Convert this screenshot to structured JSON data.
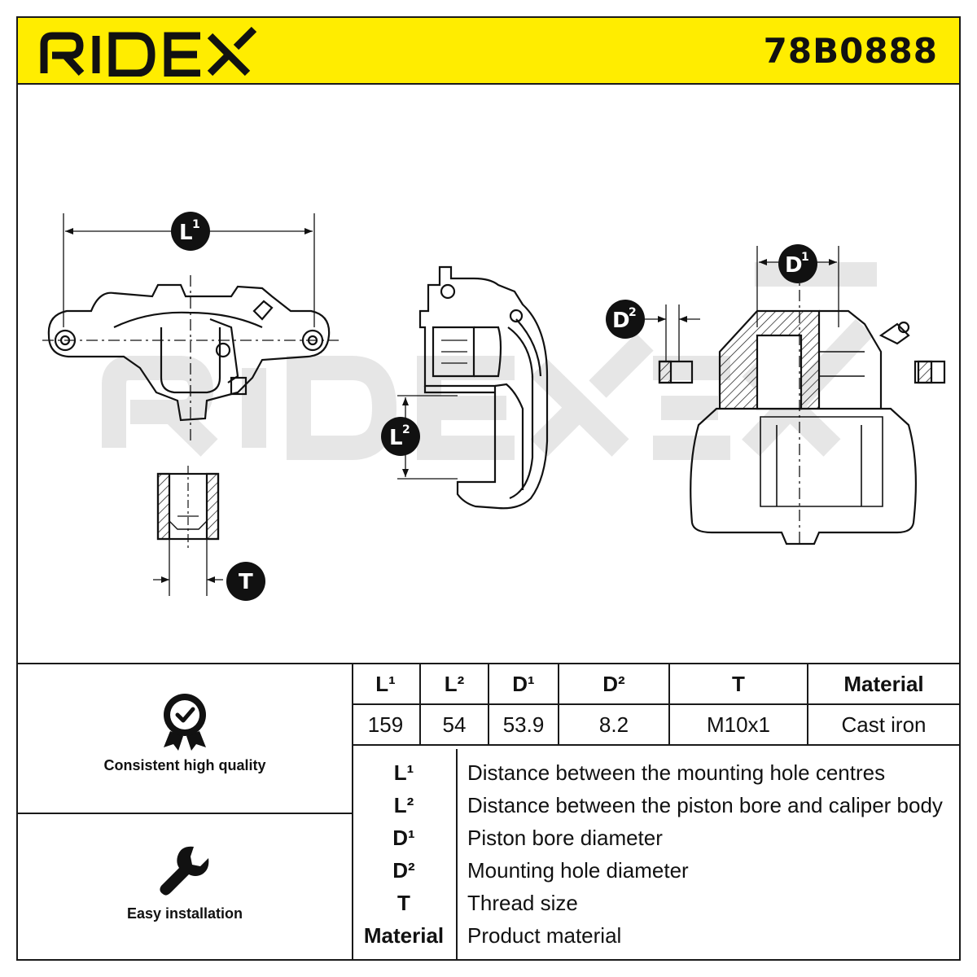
{
  "header": {
    "brand": "RIDEX",
    "part_number": "78B0888"
  },
  "dimension_labels": {
    "L1": "L¹",
    "L2": "L²",
    "D1": "D¹",
    "D2": "D²",
    "T": "T"
  },
  "colors": {
    "brand_yellow": "#ffed00",
    "ink": "#1a1a1a",
    "watermark": "#e6e6e6"
  },
  "features": [
    {
      "icon": "quality-badge-icon",
      "label": "Consistent high quality"
    },
    {
      "icon": "wrench-icon",
      "label": "Easy installation"
    }
  ],
  "spec_table": {
    "headers": [
      "L¹",
      "L²",
      "D¹",
      "D²",
      "T",
      "Material"
    ],
    "values": [
      "159",
      "54",
      "53.9",
      "8.2",
      "M10x1",
      "Cast iron"
    ]
  },
  "legend": [
    {
      "key": "L¹",
      "desc": "Distance between the mounting hole centres"
    },
    {
      "key": "L²",
      "desc": "Distance between the piston bore and caliper body"
    },
    {
      "key": "D¹",
      "desc": "Piston bore diameter"
    },
    {
      "key": "D²",
      "desc": "Mounting hole diameter"
    },
    {
      "key": "T",
      "desc": "Thread size"
    },
    {
      "key": "Material",
      "desc": "Product material"
    }
  ]
}
